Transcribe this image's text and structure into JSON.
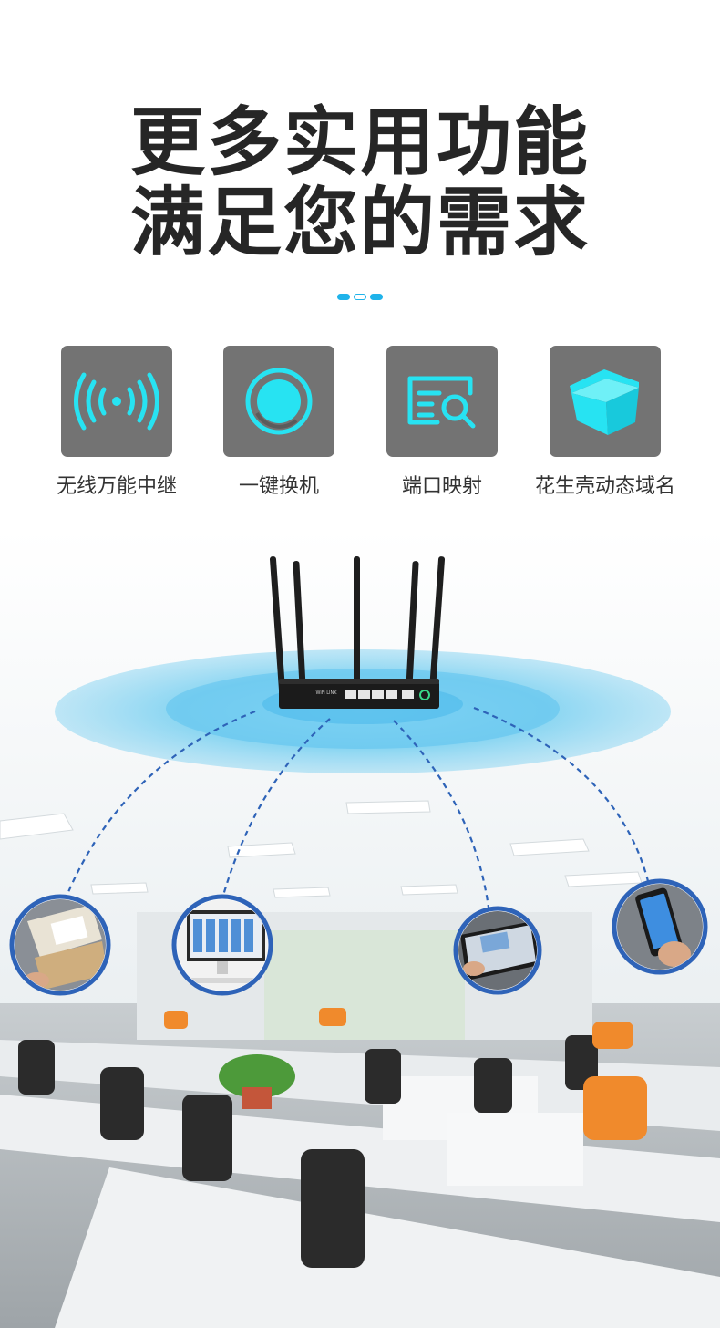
{
  "headline": {
    "line1": "更多实用功能",
    "line2": "满足您的需求"
  },
  "colors": {
    "accent": "#1fb3ea",
    "icon_glyph": "#27e3f2",
    "tile_bg": "#737373",
    "title_text": "#262626"
  },
  "features": [
    {
      "icon": "wifi-signal-icon",
      "label": "无线万能中继"
    },
    {
      "icon": "power-button-icon",
      "label": "一键换机"
    },
    {
      "icon": "port-search-icon",
      "label": "端口映射"
    },
    {
      "icon": "cube-icon",
      "label": "花生壳动态域名"
    }
  ],
  "scene": {
    "router_brand": "WiFi LINK",
    "devices": [
      "laptop-icon",
      "desktop-monitor-icon",
      "tablet-icon",
      "smartphone-icon"
    ]
  }
}
